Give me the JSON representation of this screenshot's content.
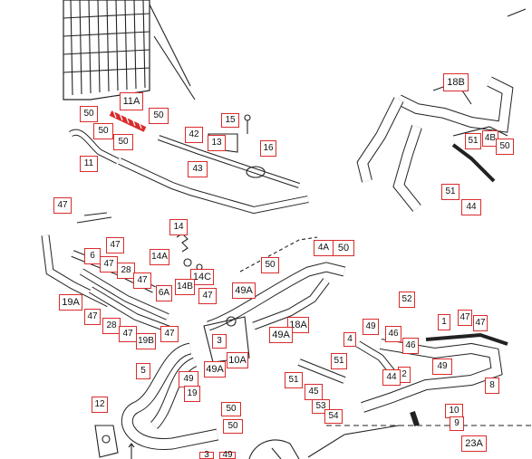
{
  "labels": [
    {
      "text": "50"
    },
    {
      "text": "11A"
    },
    {
      "text": "50"
    },
    {
      "text": "50"
    },
    {
      "text": "50"
    },
    {
      "text": "11"
    },
    {
      "text": "15"
    },
    {
      "text": "42"
    },
    {
      "text": "13"
    },
    {
      "text": "16"
    },
    {
      "text": "43"
    },
    {
      "text": "18B"
    },
    {
      "text": "51"
    },
    {
      "text": "4B"
    },
    {
      "text": "50"
    },
    {
      "text": "51"
    },
    {
      "text": "44"
    },
    {
      "text": "47"
    },
    {
      "text": "14"
    },
    {
      "text": "47"
    },
    {
      "text": "6"
    },
    {
      "text": "47"
    },
    {
      "text": "28"
    },
    {
      "text": "14A"
    },
    {
      "text": "14C"
    },
    {
      "text": "14B"
    },
    {
      "text": "47"
    },
    {
      "text": "6A"
    },
    {
      "text": "47"
    },
    {
      "text": "19A"
    },
    {
      "text": "47"
    },
    {
      "text": "28"
    },
    {
      "text": "47"
    },
    {
      "text": "19B"
    },
    {
      "text": "47"
    },
    {
      "text": "4A"
    },
    {
      "text": "50"
    },
    {
      "text": "50"
    },
    {
      "text": "49A"
    },
    {
      "text": "18A"
    },
    {
      "text": "49A"
    },
    {
      "text": "52"
    },
    {
      "text": "1"
    },
    {
      "text": "47"
    },
    {
      "text": "47"
    },
    {
      "text": "49"
    },
    {
      "text": "46"
    },
    {
      "text": "4"
    },
    {
      "text": "46"
    },
    {
      "text": "3"
    },
    {
      "text": "5"
    },
    {
      "text": "49A"
    },
    {
      "text": "10A"
    },
    {
      "text": "49"
    },
    {
      "text": "51"
    },
    {
      "text": "2"
    },
    {
      "text": "44"
    },
    {
      "text": "49"
    },
    {
      "text": "8"
    },
    {
      "text": "51"
    },
    {
      "text": "45"
    },
    {
      "text": "19"
    },
    {
      "text": "12"
    },
    {
      "text": "50"
    },
    {
      "text": "50"
    },
    {
      "text": "53"
    },
    {
      "text": "54"
    },
    {
      "text": "10"
    },
    {
      "text": "9"
    },
    {
      "text": "23A"
    },
    {
      "text": "3"
    },
    {
      "text": "49"
    }
  ]
}
